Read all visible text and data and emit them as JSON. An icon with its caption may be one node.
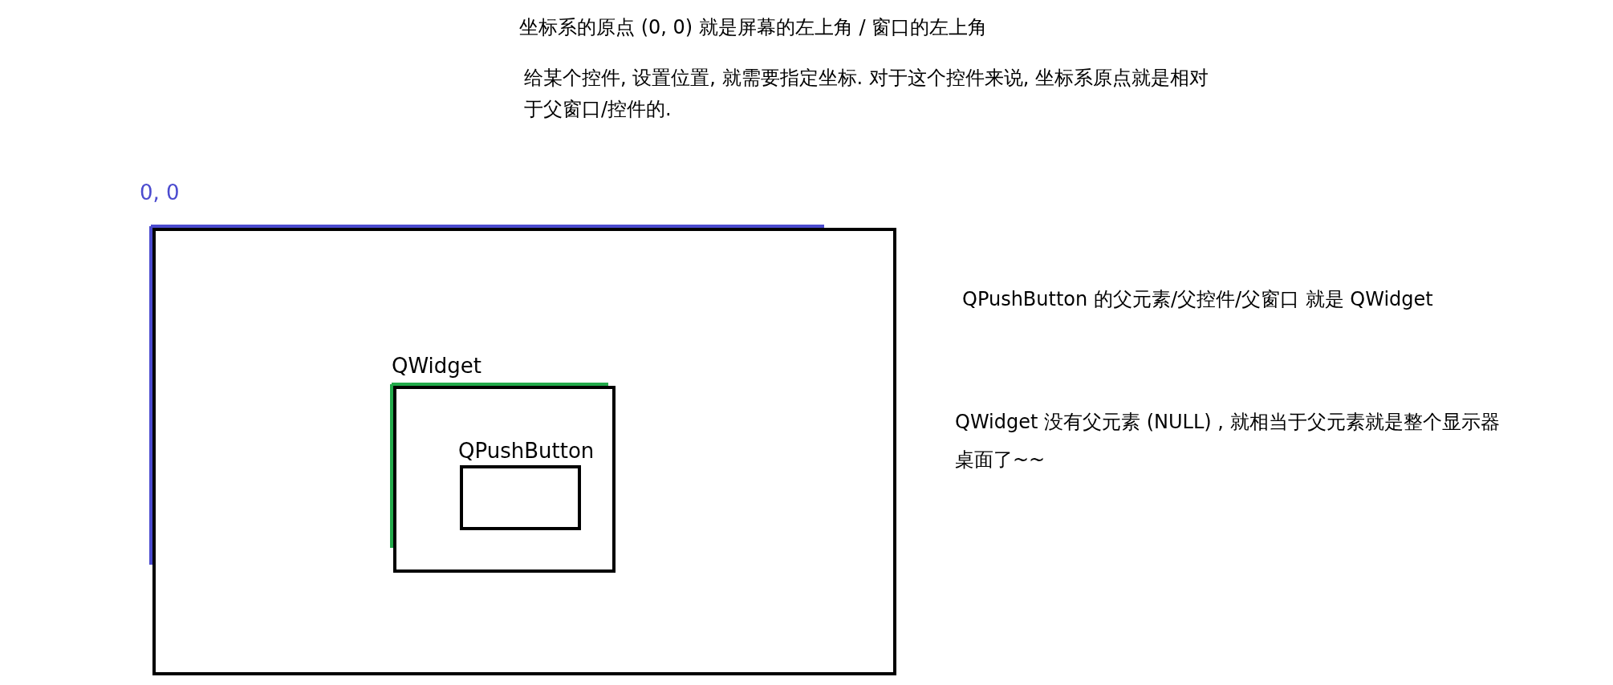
{
  "diagram": {
    "nodes": [
      {
        "text": [],
        "shape": "box",
        "beside": [
          "0, 0"
        ]
      },
      {
        "text": [
          "QWidget"
        ],
        "in": 0
      },
      {
        "text": [
          "QPushButton"
        ],
        "in": 1
      }
    ],
    "labels": [
      "坐标系的原点 (0, 0) 就是屏幕的左上角 / 窗口的左上角",
      "给某个控件, 设置位置, 就需要指定坐标. 对于这个控件来说, 坐标系原点就是相对于父窗口/控件的.",
      "QPushButton 的父元素/父控件/父窗口 就是 QWidget",
      "QWidget 没有父元素 (NULL) , 就相当于父元素就是整个显示器桌面了~~"
    ]
  }
}
